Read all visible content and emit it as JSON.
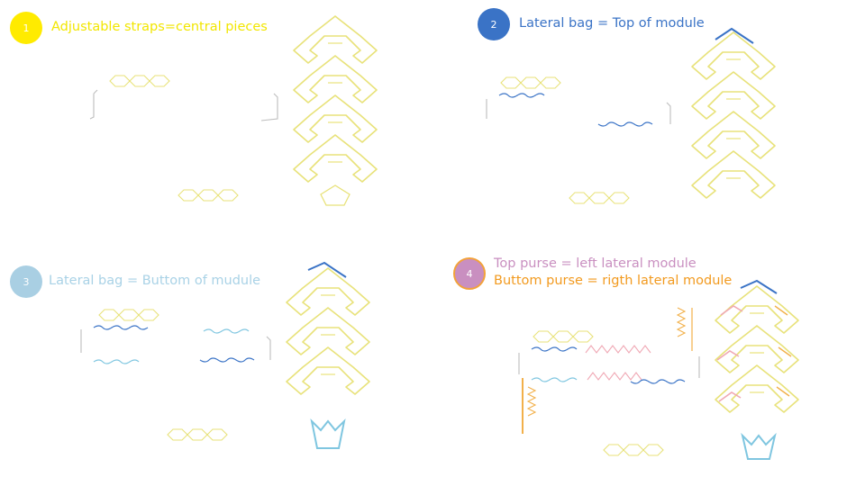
{
  "panels": [
    {
      "number": "1",
      "lines": [
        "Adjustable straps=central pieces"
      ],
      "badge_color": "#ffeb00",
      "badge_border": "#ffeb00",
      "text_colors": [
        "#f2e600"
      ]
    },
    {
      "number": "2",
      "lines": [
        "Lateral bag = Top of module"
      ],
      "badge_color": "#3a73c6",
      "badge_border": "#3a73c6",
      "text_colors": [
        "#3a73c6"
      ]
    },
    {
      "number": "3",
      "lines": [
        "Lateral bag = Buttom of mudule"
      ],
      "badge_color": "#a9cfe3",
      "badge_border": "#a9cfe3",
      "text_colors": [
        "#a9d2e6"
      ]
    },
    {
      "number": "4",
      "lines": [
        "Top purse = left lateral module",
        "Buttom purse = rigth lateral module"
      ],
      "badge_color": "#c98fc0",
      "badge_border": "#f2a23a",
      "text_colors": [
        "#c98fc0",
        "#f29a1f"
      ]
    }
  ],
  "colors": {
    "yellow": "#e8e27a",
    "blue": "#3a73c6",
    "lightblue": "#7fc6e0",
    "pink": "#f0a8b4",
    "orange": "#f2b04a",
    "gray": "#c9c9c9"
  }
}
